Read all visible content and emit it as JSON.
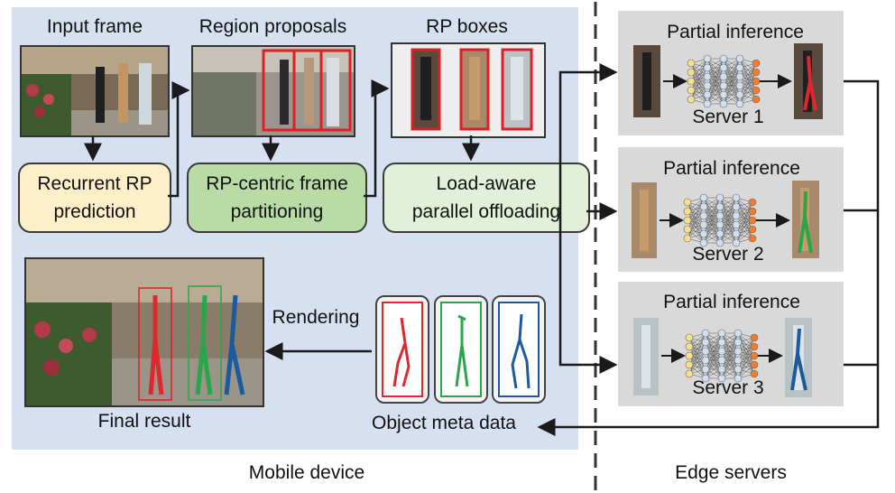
{
  "mobile": {
    "region_label": "Mobile device",
    "input_frame_title": "Input frame",
    "region_proposals_title": "Region proposals",
    "rp_boxes_title": "RP boxes",
    "final_result_label": "Final result",
    "object_meta_label": "Object meta data",
    "rendering_label": "Rendering",
    "stages": {
      "recurrent_line1": "Recurrent RP",
      "recurrent_line2": "prediction",
      "partition_line1": "RP-centric frame",
      "partition_line2": "partitioning",
      "offload_line1": "Load-aware",
      "offload_line2": "parallel offloading"
    }
  },
  "edge": {
    "region_label": "Edge servers",
    "servers": [
      {
        "title": "Partial inference",
        "name": "Server 1"
      },
      {
        "title": "Partial inference",
        "name": "Server 2"
      },
      {
        "title": "Partial inference",
        "name": "Server 3"
      }
    ]
  },
  "colors": {
    "mobile_panel": "#d6e0f1",
    "server_panel": "#d9d9d9",
    "recurrent_stage": "#fdf0c8",
    "partition_stage": "#b9dba6",
    "offload_stage": "#e2efd9",
    "box_red": "#e21d24",
    "skeleton_red": "#e0272d",
    "skeleton_green": "#2aa64a",
    "skeleton_blue": "#1c5a9e",
    "nn_input": "#f6e08a",
    "nn_hidden": "#cfe0f3",
    "nn_output": "#ef7d2d"
  },
  "icons": [
    "street-scene-photo",
    "neural-network-icon",
    "dashed-divider"
  ]
}
